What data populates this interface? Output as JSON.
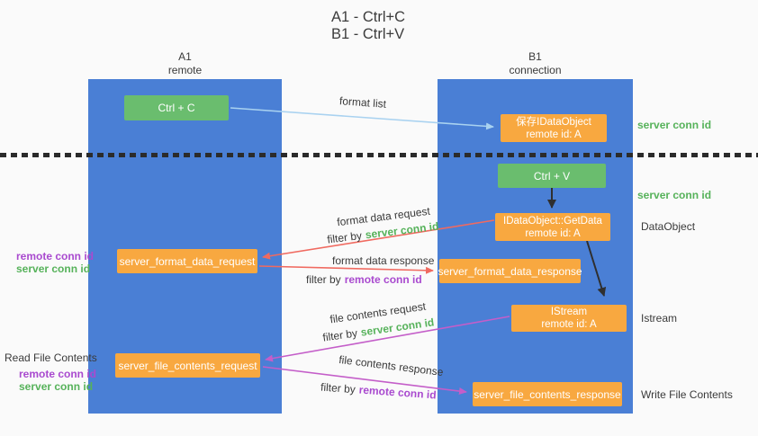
{
  "title": {
    "line1": "A1 - Ctrl+C",
    "line2": "B1 - Ctrl+V"
  },
  "columns": {
    "a": {
      "name": "A1",
      "subtitle": "remote"
    },
    "b": {
      "name": "B1",
      "subtitle": "connection"
    }
  },
  "boxes": {
    "ctrl_c": "Ctrl + C",
    "ctrl_v": "Ctrl + V",
    "save_dataobject": {
      "line1": "保存IDataObject",
      "line2": "remote id: A"
    },
    "getdata": {
      "line1": "IDataObject::GetData",
      "line2": "remote id: A"
    },
    "istream": {
      "line1": "IStream",
      "line2": "remote id: A"
    },
    "format_request": "server_format_data_request",
    "format_response": "server_format_data_response",
    "file_request": "server_file_contents_request",
    "file_response": "server_file_contents_response"
  },
  "labels": {
    "format_list": "format list",
    "format_data_request": "format data request",
    "format_data_response": "format data response",
    "file_contents_request": "file contents request",
    "file_contents_response": "file contents response",
    "filter_by": "filter by",
    "server_conn_id": "server conn id",
    "remote_conn_id": "remote conn id",
    "dataobject": "DataObject",
    "istream": "Istream",
    "read_file_contents": "Read File Contents",
    "write_file_contents": "Write File Contents"
  },
  "colors": {
    "bg": "#fafafa",
    "lane-blue": "#4a7fd5",
    "box-green": "#6abd6e",
    "box-orange": "#f8a840",
    "green-text": "#56b25a",
    "purple-text": "#a94acf",
    "arrow-lightblue": "#a9d2f0",
    "arrow-red": "#f06a60",
    "arrow-magenta": "#c45ec9",
    "arrow-black": "#2f2f2f"
  }
}
